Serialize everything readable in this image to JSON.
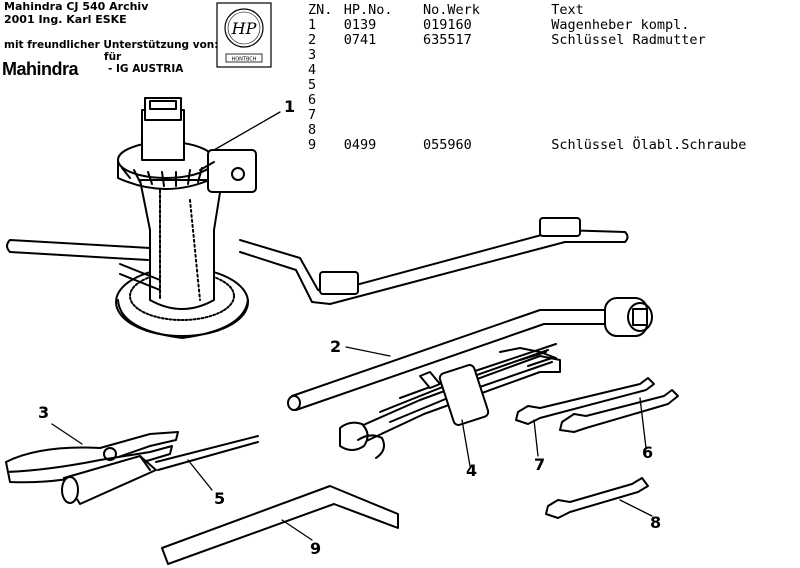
{
  "header": {
    "line1": "Mahindra CJ 540 Archiv",
    "line2": "2001 Ing. Karl ESKE",
    "support": "mit freundlicher Unterstützung von:",
    "fuer": "für",
    "brand": "Mahindra",
    "brand_sub": "-  IG AUSTRIA",
    "logo_monogram": "HP",
    "logo_caption": "HONTBCH"
  },
  "table": {
    "columns": [
      "ZN.",
      "HP.No.",
      "No.Werk",
      "Text"
    ],
    "rows": [
      {
        "zn": "1",
        "hp": "0139",
        "werk": "019160",
        "text": "Wagenheber kompl."
      },
      {
        "zn": "2",
        "hp": "0741",
        "werk": "635517",
        "text": "Schlüssel Radmutter"
      },
      {
        "zn": "3",
        "hp": "",
        "werk": "",
        "text": ""
      },
      {
        "zn": "4",
        "hp": "",
        "werk": "",
        "text": ""
      },
      {
        "zn": "5",
        "hp": "",
        "werk": "",
        "text": ""
      },
      {
        "zn": "6",
        "hp": "",
        "werk": "",
        "text": ""
      },
      {
        "zn": "7",
        "hp": "",
        "werk": "",
        "text": ""
      },
      {
        "zn": "8",
        "hp": "",
        "werk": "",
        "text": ""
      },
      {
        "zn": "9",
        "hp": "0499",
        "werk": "055960",
        "text": "Schlüssel Ölabl.Schraube"
      }
    ]
  },
  "callouts": [
    "1",
    "2",
    "3",
    "4",
    "5",
    "6",
    "7",
    "8",
    "9"
  ]
}
